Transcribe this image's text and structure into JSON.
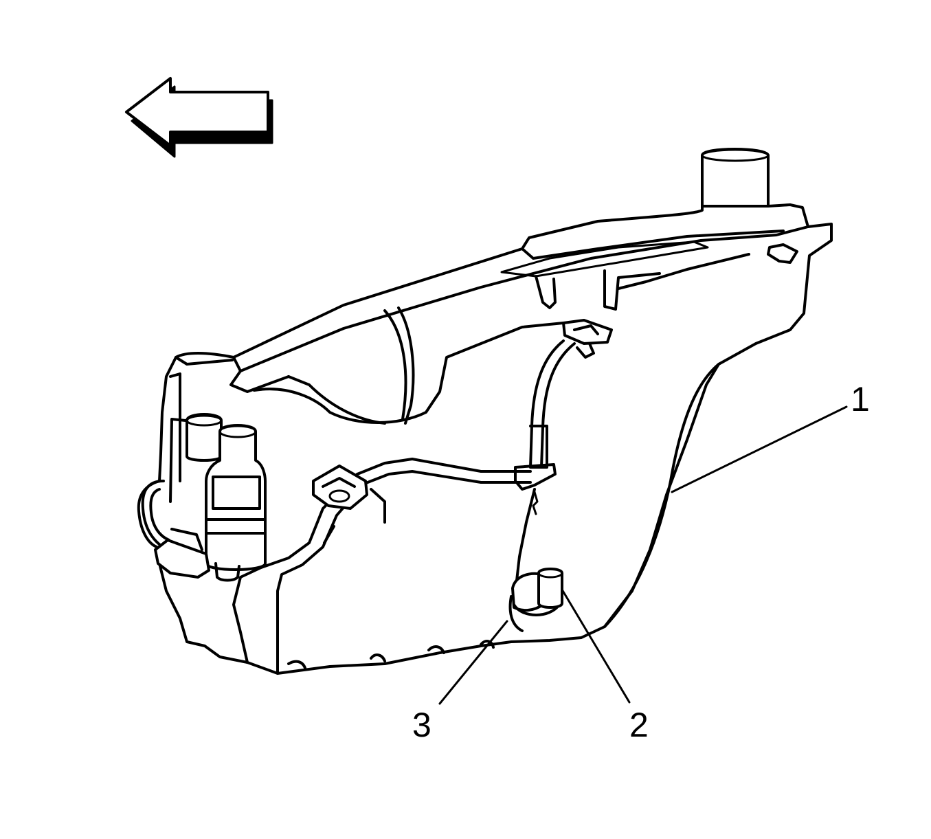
{
  "callouts": [
    {
      "id": "1",
      "label": "1"
    },
    {
      "id": "2",
      "label": "2"
    },
    {
      "id": "3",
      "label": "3"
    }
  ],
  "icons": {
    "direction_arrow": "left-arrow-icon"
  },
  "colors": {
    "line": "#000000",
    "background": "#ffffff"
  }
}
